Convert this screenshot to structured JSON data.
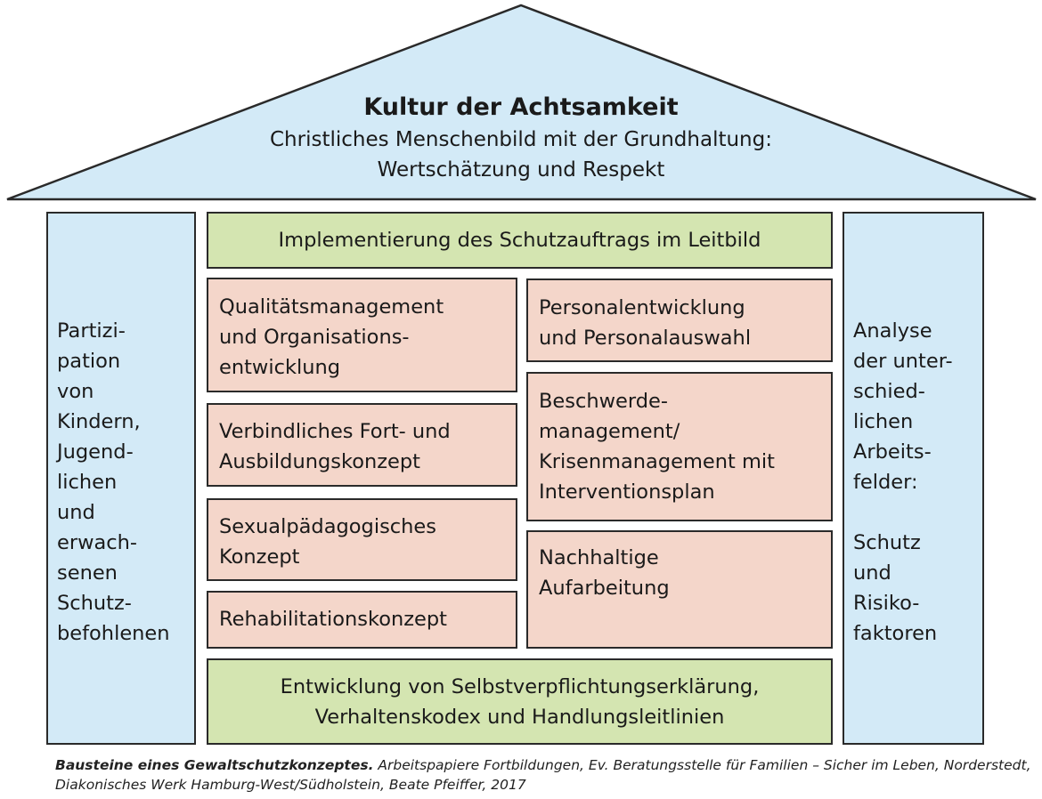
{
  "roof": {
    "title": "Kultur der Achtsamkeit",
    "lines": [
      "Christliches Menschenbild mit der Grundhaltung:",
      "Wertschätzung und Respekt"
    ]
  },
  "left_pillar": {
    "lines": [
      "Partizi-",
      "pation",
      "von",
      "Kindern,",
      "Jugend-",
      "lichen",
      "und",
      "erwach-",
      "senen",
      "Schutz-",
      "befohlenen"
    ]
  },
  "right_pillar": {
    "lines": [
      "Analyse",
      "der unter-",
      "schied-",
      "lichen",
      "Arbeits-",
      "felder:",
      "",
      "Schutz",
      "und",
      "Risiko-",
      "faktoren"
    ]
  },
  "top_beam": {
    "lines": [
      "Implementierung des Schutzauftrags im Leitbild"
    ]
  },
  "bottom_beam": {
    "lines": [
      "Entwicklung von Selbstverpflichtungserklärung,",
      "Verhaltenskodex und Handlungsleitlinien"
    ]
  },
  "left_boxes": [
    {
      "lines": [
        "Qualitätsmanagement",
        "und Organisations-",
        "entwicklung"
      ]
    },
    {
      "lines": [
        "Verbindliches Fort- und",
        "Ausbildungskonzept"
      ]
    },
    {
      "lines": [
        "Sexualpädagogisches",
        "Konzept"
      ]
    },
    {
      "lines": [
        "Rehabilitationskonzept"
      ]
    }
  ],
  "right_boxes": [
    {
      "lines": [
        "Personalentwicklung",
        "und Personalauswahl"
      ]
    },
    {
      "lines": [
        "Beschwerde-",
        "management/",
        "Krisenmanagement mit",
        "Interventionsplan"
      ]
    },
    {
      "lines": [
        "Nachhaltige",
        "Aufarbeitung"
      ]
    }
  ],
  "caption": {
    "bold": "Bausteine eines Gewaltschutzkonzeptes.",
    "text": " Arbeitspapiere Fortbildungen, Ev. Beratungsstelle für Familien – Sicher im Leben, Norderstedt, Diakonisches Werk Hamburg-West/Südholstein, Beate Pfeiffer, 2017"
  },
  "colors": {
    "blue": "#d3eaf7",
    "green": "#d4e5b1",
    "pink": "#f4d6ca"
  }
}
